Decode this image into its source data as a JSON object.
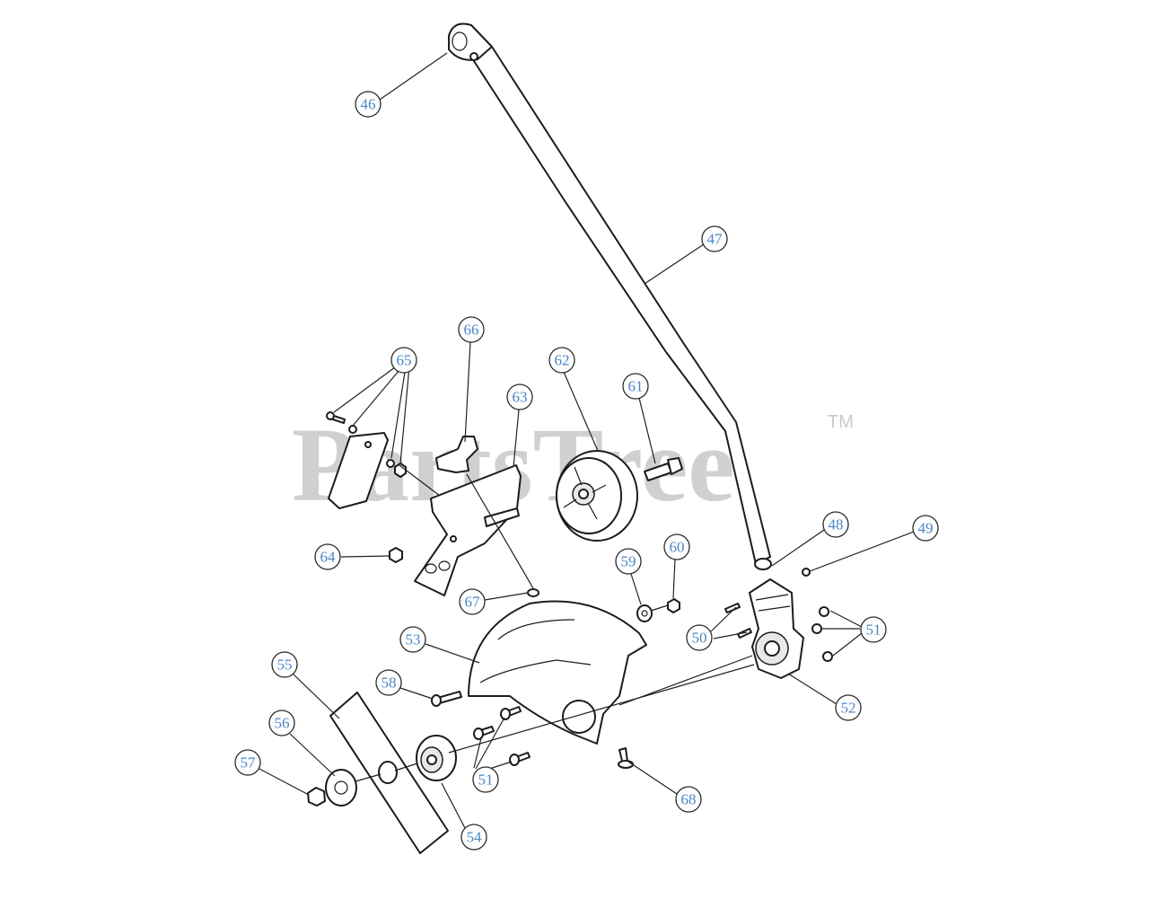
{
  "watermark": {
    "brand": "PartsTree",
    "tm": "TM"
  },
  "callouts": [
    {
      "num": "46"
    },
    {
      "num": "47"
    },
    {
      "num": "48"
    },
    {
      "num": "49"
    },
    {
      "num": "50"
    },
    {
      "num": "51"
    },
    {
      "num": "51"
    },
    {
      "num": "52"
    },
    {
      "num": "53"
    },
    {
      "num": "54"
    },
    {
      "num": "55"
    },
    {
      "num": "56"
    },
    {
      "num": "57"
    },
    {
      "num": "58"
    },
    {
      "num": "59"
    },
    {
      "num": "60"
    },
    {
      "num": "61"
    },
    {
      "num": "62"
    },
    {
      "num": "63"
    },
    {
      "num": "64"
    },
    {
      "num": "65"
    },
    {
      "num": "66"
    },
    {
      "num": "67"
    },
    {
      "num": "68"
    }
  ],
  "colors": {
    "callout_text": "#4a86c5",
    "line": "#1c1c1c",
    "watermark": "#c8c8c8"
  }
}
